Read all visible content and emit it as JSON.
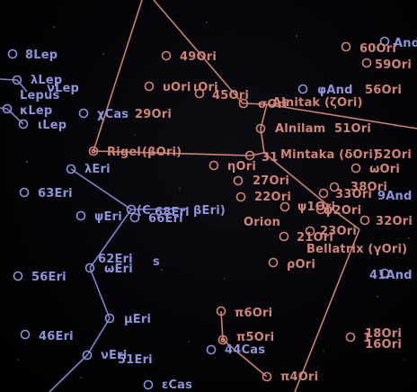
{
  "app": "Sky chart view",
  "colors": {
    "orion": "#d08478",
    "eridanus": "#8e92d8",
    "background": "#000000"
  },
  "constellations": {
    "orion": "Orion",
    "lepus": "Lepus"
  },
  "labels": {
    "e8Lep": "8Lep",
    "andTop": "And",
    "o49": "49Ori",
    "o60": "60Ori",
    "o59": "59Ori",
    "lamLep": "λLep",
    "nuLep": "νLep",
    "lepus": "Lepus",
    "upsOri": "υOri",
    "iOri": "ιOri",
    "o45": "45Ori",
    "sOri": "σOri",
    "alnitak": "Alnitak (ζOri)",
    "phiAnd": "φAnd",
    "o56": "56Ori",
    "kapLep": "κLep",
    "chiCas": "χCas",
    "o29": "29Ori",
    "iotaLep": "ιLep",
    "alnilam": "Alnilam",
    "o51": "51Ori",
    "rigel": "Rigel",
    "rigelSuffix": "(βOri)",
    "o31": "31",
    "mintaka": "Mintaka (δOri)",
    "o52": "52Ori",
    "etaOri": "ηOri",
    "omegaOri": "ωOri",
    "lamEri": "λEri",
    "o27": "27Ori",
    "o38": "38Ori",
    "e63": "63Eri",
    "o22": "22Ori",
    "o33": "33Ori",
    "and9": "9And",
    "cEri": "(C",
    "e68": "68Eri",
    "betaEri": "βEri)",
    "psiOri": "ψ1Ori",
    "psi2Ori": "ψ2Ori",
    "psiEri": "ψEri",
    "e66": "66Eri",
    "orionLbl": "Orion",
    "o32": "32Ori",
    "o21": "21Ori",
    "o23": "23Ori",
    "e62": "62Eri",
    "eriS": "s",
    "omegaEri": "ωEri",
    "bellatrix": "Bellatrix (γOri)",
    "rhoOri": "ρOri",
    "and41": "41And",
    "e56": "56Eri",
    "pi6": "π6Ori",
    "muEri": "μEri",
    "e46": "46Eri",
    "pi5": "π5Ori",
    "o18": "18Ori",
    "o16": "16Ori",
    "o1": "1",
    "cas44": "44Cas",
    "nuEri": "νEri",
    "e51": "51Eri",
    "pi4": "π4Ori",
    "epsCas": "εCas"
  }
}
